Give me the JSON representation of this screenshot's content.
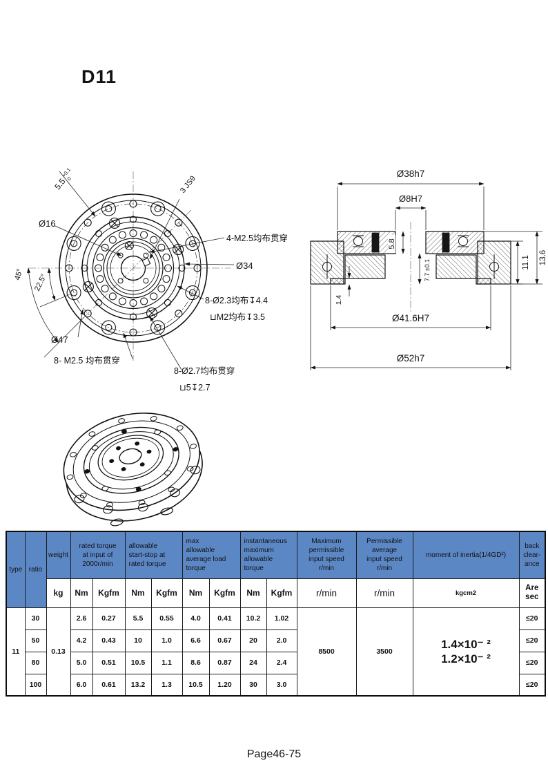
{
  "page": {
    "title": "D11",
    "footer": "Page46-75"
  },
  "front_view": {
    "dim_5_5": "5.5",
    "tol_plus": "+0.1",
    "tol_zero": "0",
    "keyway": "3 JS9",
    "dia_16": "Ø16",
    "angle_45": "45°",
    "angle_22_5": "22.5°",
    "holes_4_m25": "4-M2.5均布贯穿",
    "dia_34": "Ø34",
    "holes_8_d23": "8-Ø2.3均布↧4.4",
    "holes_8_d23_cb": "⊔M2均布↧3.5",
    "dia_47": "Ø47",
    "holes_8_m25": "8- M2.5 均布贯穿",
    "holes_8_d27": "8-Ø2.7均布贯穿",
    "holes_8_d27_cb": "⊔5↧2.7"
  },
  "section_view": {
    "dia_38": "Ø38h7",
    "dia_8": "Ø8H7",
    "h_5_8": "5.8",
    "h_7_7": "7.7 ±0.1",
    "h_1_4": "1.4",
    "h_11_1": "11.1",
    "h_13_6": "13.6",
    "dia_41_6": "Ø41.6H7",
    "dia_52": "Ø52h7"
  },
  "table": {
    "headers": {
      "type": "type",
      "ratio": "ratio",
      "weight": "weight",
      "rated_torque": "rated torque\nat input of\n2000r/min",
      "allowable_start_stop": "allowable\nstart-stop at\nrated torque",
      "max_avg_load": "max\nallowable\naverage load\ntorque",
      "instantaneous": "instantaneous\nmaximum\nallowable\ntorque",
      "max_input_speed": "Maximum\npermissible\ninput speed\nr/min",
      "avg_input_speed": "Permissible\naverage\ninput speed\nr/min",
      "inertia": "moment of inertia(1/4GD²)",
      "back_clearance": "back\nclear-\nance"
    },
    "units": [
      "kg",
      "Nm",
      "Kgfm",
      "Nm",
      "Kgfm",
      "Nm",
      "Kgfm",
      "Nm",
      "Kgfm",
      "r/min",
      "r/min",
      "kgcm2",
      "Are\nsec"
    ],
    "type_value": "11",
    "weight_value": "0.13",
    "max_input_speed_value": "8500",
    "avg_input_speed_value": "3500",
    "inertia_values": [
      "1.4×10⁻ ²",
      "1.2×10⁻ ²"
    ],
    "rows": [
      {
        "ratio": "30",
        "values": [
          "2.6",
          "0.27",
          "5.5",
          "0.55",
          "4.0",
          "0.41",
          "10.2",
          "1.02"
        ],
        "back": "≤20"
      },
      {
        "ratio": "50",
        "values": [
          "4.2",
          "0.43",
          "10",
          "1.0",
          "6.6",
          "0.67",
          "20",
          "2.0"
        ],
        "back": "≤20"
      },
      {
        "ratio": "80",
        "values": [
          "5.0",
          "0.51",
          "10.5",
          "1.1",
          "8.6",
          "0.87",
          "24",
          "2.4"
        ],
        "back": "≤20"
      },
      {
        "ratio": "100",
        "values": [
          "6.0",
          "0.61",
          "13.2",
          "1.3",
          "10.5",
          "1.20",
          "30",
          "3.0"
        ],
        "back": "≤20"
      }
    ]
  }
}
